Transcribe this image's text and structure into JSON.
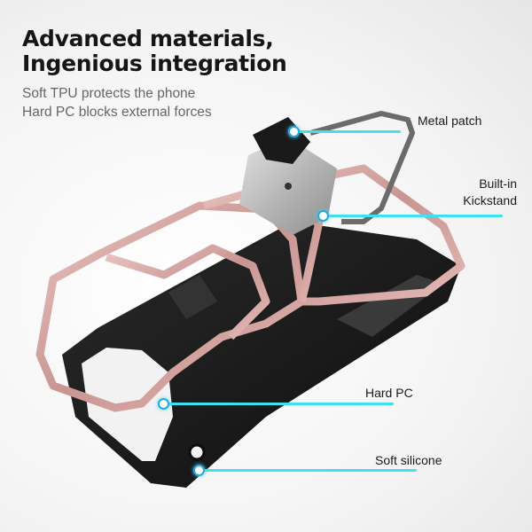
{
  "headline": {
    "line1": "Advanced materials,",
    "line2": "Ingenious integration"
  },
  "subtitle": {
    "line1": "Soft TPU protects the phone",
    "line2": "Hard PC blocks external forces"
  },
  "callouts": [
    {
      "label": "Metal patch"
    },
    {
      "label_line1": "Built-in",
      "label_line2": "Kickstand"
    },
    {
      "label": "Hard PC"
    },
    {
      "label": "Soft silicone"
    }
  ],
  "colors": {
    "accent_line": "#3fe0ef",
    "frame_rose_gold": "#d7a9a7",
    "case_black": "#1c1c1c",
    "kickstand_gray": "#8a8a8a"
  }
}
